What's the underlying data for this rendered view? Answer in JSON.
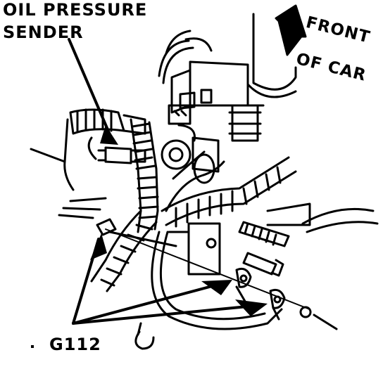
{
  "labels": {
    "oil_pressure_line1": "OIL PRESSURE",
    "oil_pressure_line2": "SENDER",
    "front_line1": "FRONT",
    "front_line2": "OF CAR",
    "ground": "G112"
  }
}
